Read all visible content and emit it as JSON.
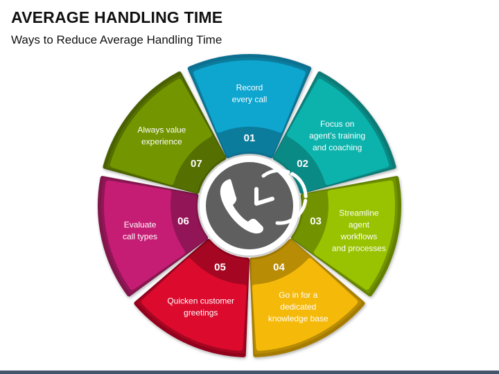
{
  "header": {
    "title": "AVERAGE HANDLING TIME",
    "subtitle": "Ways to Reduce Average Handling Time"
  },
  "center": {
    "icon": "phone-clock-icon",
    "fill": "#5f5f5f"
  },
  "segments": [
    {
      "number": "01",
      "lines": [
        "Record",
        "every call"
      ],
      "light": "#0ea5cf",
      "dark": "#0b7c9c",
      "edge": "#097090"
    },
    {
      "number": "02",
      "lines": [
        "Focus on",
        "agent’s training",
        "and coaching"
      ],
      "light": "#0cb3ac",
      "dark": "#0a8a85",
      "edge": "#087a75"
    },
    {
      "number": "03",
      "lines": [
        "Streamline",
        "agent",
        "workflows",
        "and processes"
      ],
      "light": "#99c300",
      "dark": "#739200",
      "edge": "#628000"
    },
    {
      "number": "04",
      "lines": [
        "Go in for a",
        "dedicated",
        "knowledge base"
      ],
      "light": "#f5b90a",
      "dark": "#b98c05",
      "edge": "#a67c00"
    },
    {
      "number": "05",
      "lines": [
        "Quicken customer",
        "greetings"
      ],
      "light": "#dc0a2d",
      "dark": "#a50722",
      "edge": "#92061d"
    },
    {
      "number": "06",
      "lines": [
        "Evaluate",
        "call types"
      ],
      "light": "#c51d74",
      "dark": "#921657",
      "edge": "#80124b"
    },
    {
      "number": "07",
      "lines": [
        "Always value",
        "experience"
      ],
      "light": "#739500",
      "dark": "#556f00",
      "edge": "#4a6000"
    }
  ],
  "footer": {
    "bar_color": "#44546a"
  }
}
